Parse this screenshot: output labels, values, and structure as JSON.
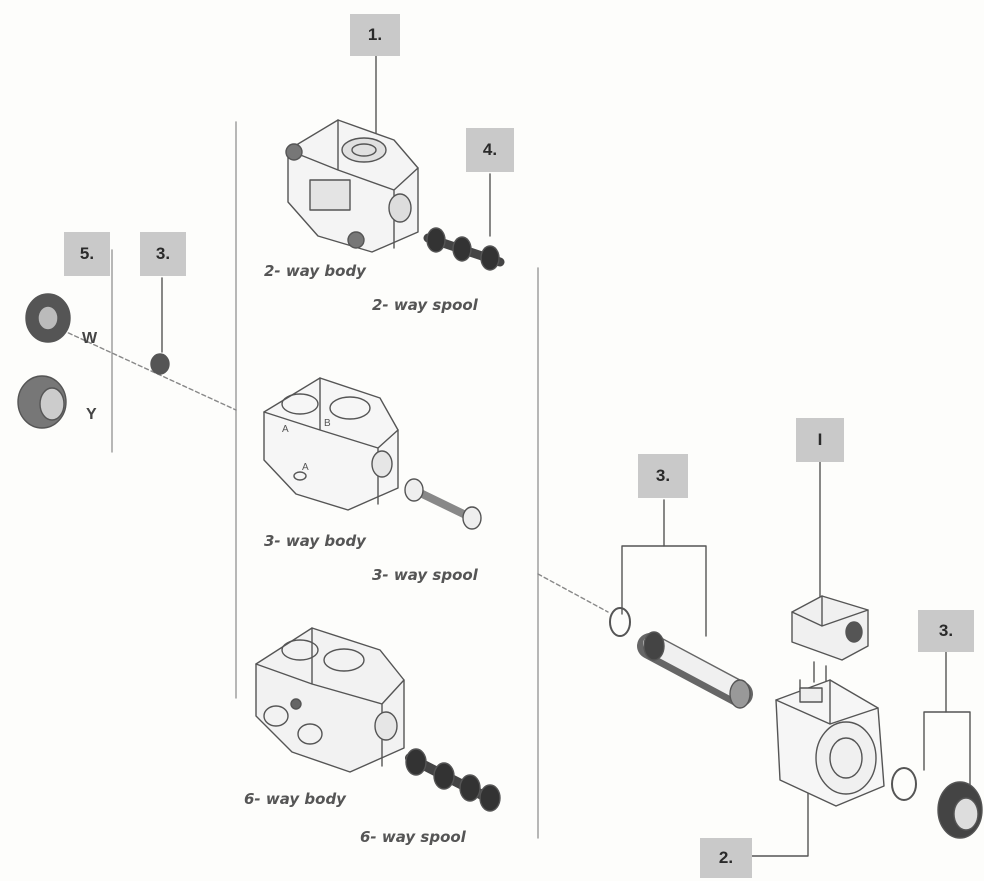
{
  "tags": {
    "t1": "1.",
    "t4": "4.",
    "t5": "5.",
    "t3a": "3.",
    "t3b": "3.",
    "tI": "I",
    "t3c": "3.",
    "t2": "2."
  },
  "captions": {
    "body2": "2- way body",
    "spool2": "2- way spool",
    "body3": "3- way body",
    "spool3": "3- way spool",
    "body6": "6- way body",
    "spool6": "6- way spool"
  },
  "knob_labels": {
    "w": "W",
    "y": "Y"
  }
}
